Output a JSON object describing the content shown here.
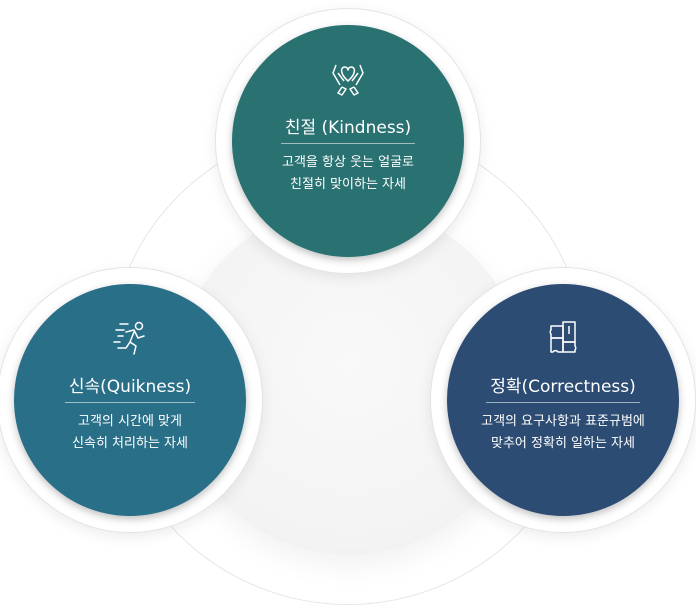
{
  "colors": {
    "kindness": "#2a7272",
    "quickness": "#2a6f88",
    "correctness": "#2c4c73"
  },
  "nodes": [
    {
      "icon": "heart-hands-icon",
      "title": "친절 (Kindness)",
      "line1": "고객을 항상 웃는 얼굴로",
      "line2": "친절히 맞이하는 자세"
    },
    {
      "icon": "running-person-icon",
      "title": "신속(Quikness)",
      "line1": "고객의 시간에 맞게",
      "line2": "신속히 처리하는 자세"
    },
    {
      "icon": "puzzle-icon",
      "title": "정확(Correctness)",
      "line1": "고객의 요구사항과 표준규범에",
      "line2": "맞추어 정확히 일하는 자세"
    }
  ]
}
